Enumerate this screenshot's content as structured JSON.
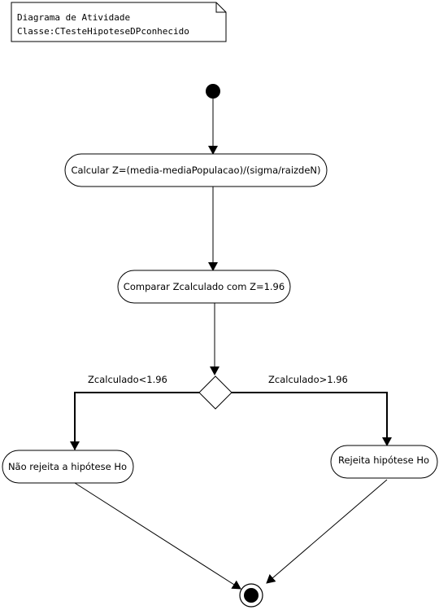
{
  "note": {
    "line1": "Diagrama de Atividade",
    "line2": "Classe:CTesteHipoteseDPconhecido"
  },
  "activities": {
    "calcular": "Calcular Z=(media-mediaPopulacao)/(sigma/raizdeN)",
    "comparar": "Comparar Zcalculado com Z=1.96",
    "nao_rejeita": "Não rejeita a hipótese Ho",
    "rejeita": "Rejeita hipótese Ho"
  },
  "guards": {
    "left": "Zcalculado<1.96",
    "right": "Zcalculado>1.96"
  }
}
